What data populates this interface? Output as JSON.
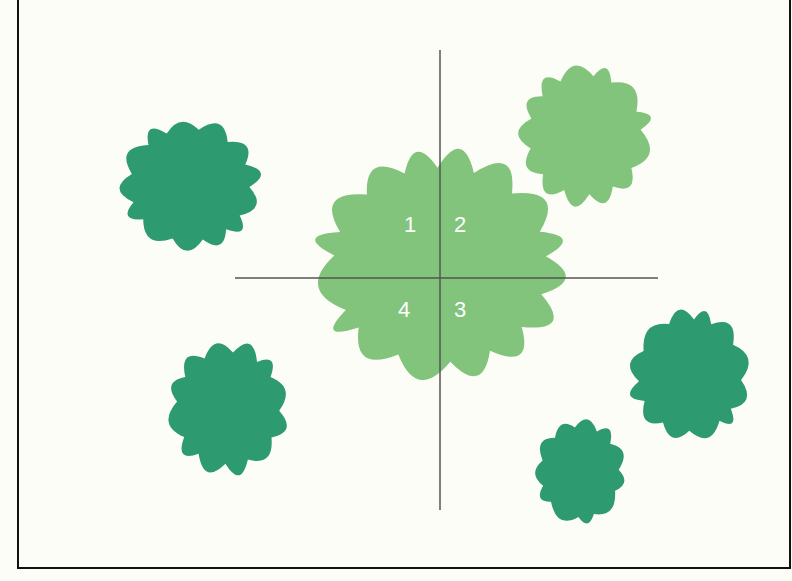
{
  "diagram": {
    "nodes": [
      {
        "text": [
          "1",
          "2",
          "4",
          "3"
        ]
      }
    ]
  }
}
